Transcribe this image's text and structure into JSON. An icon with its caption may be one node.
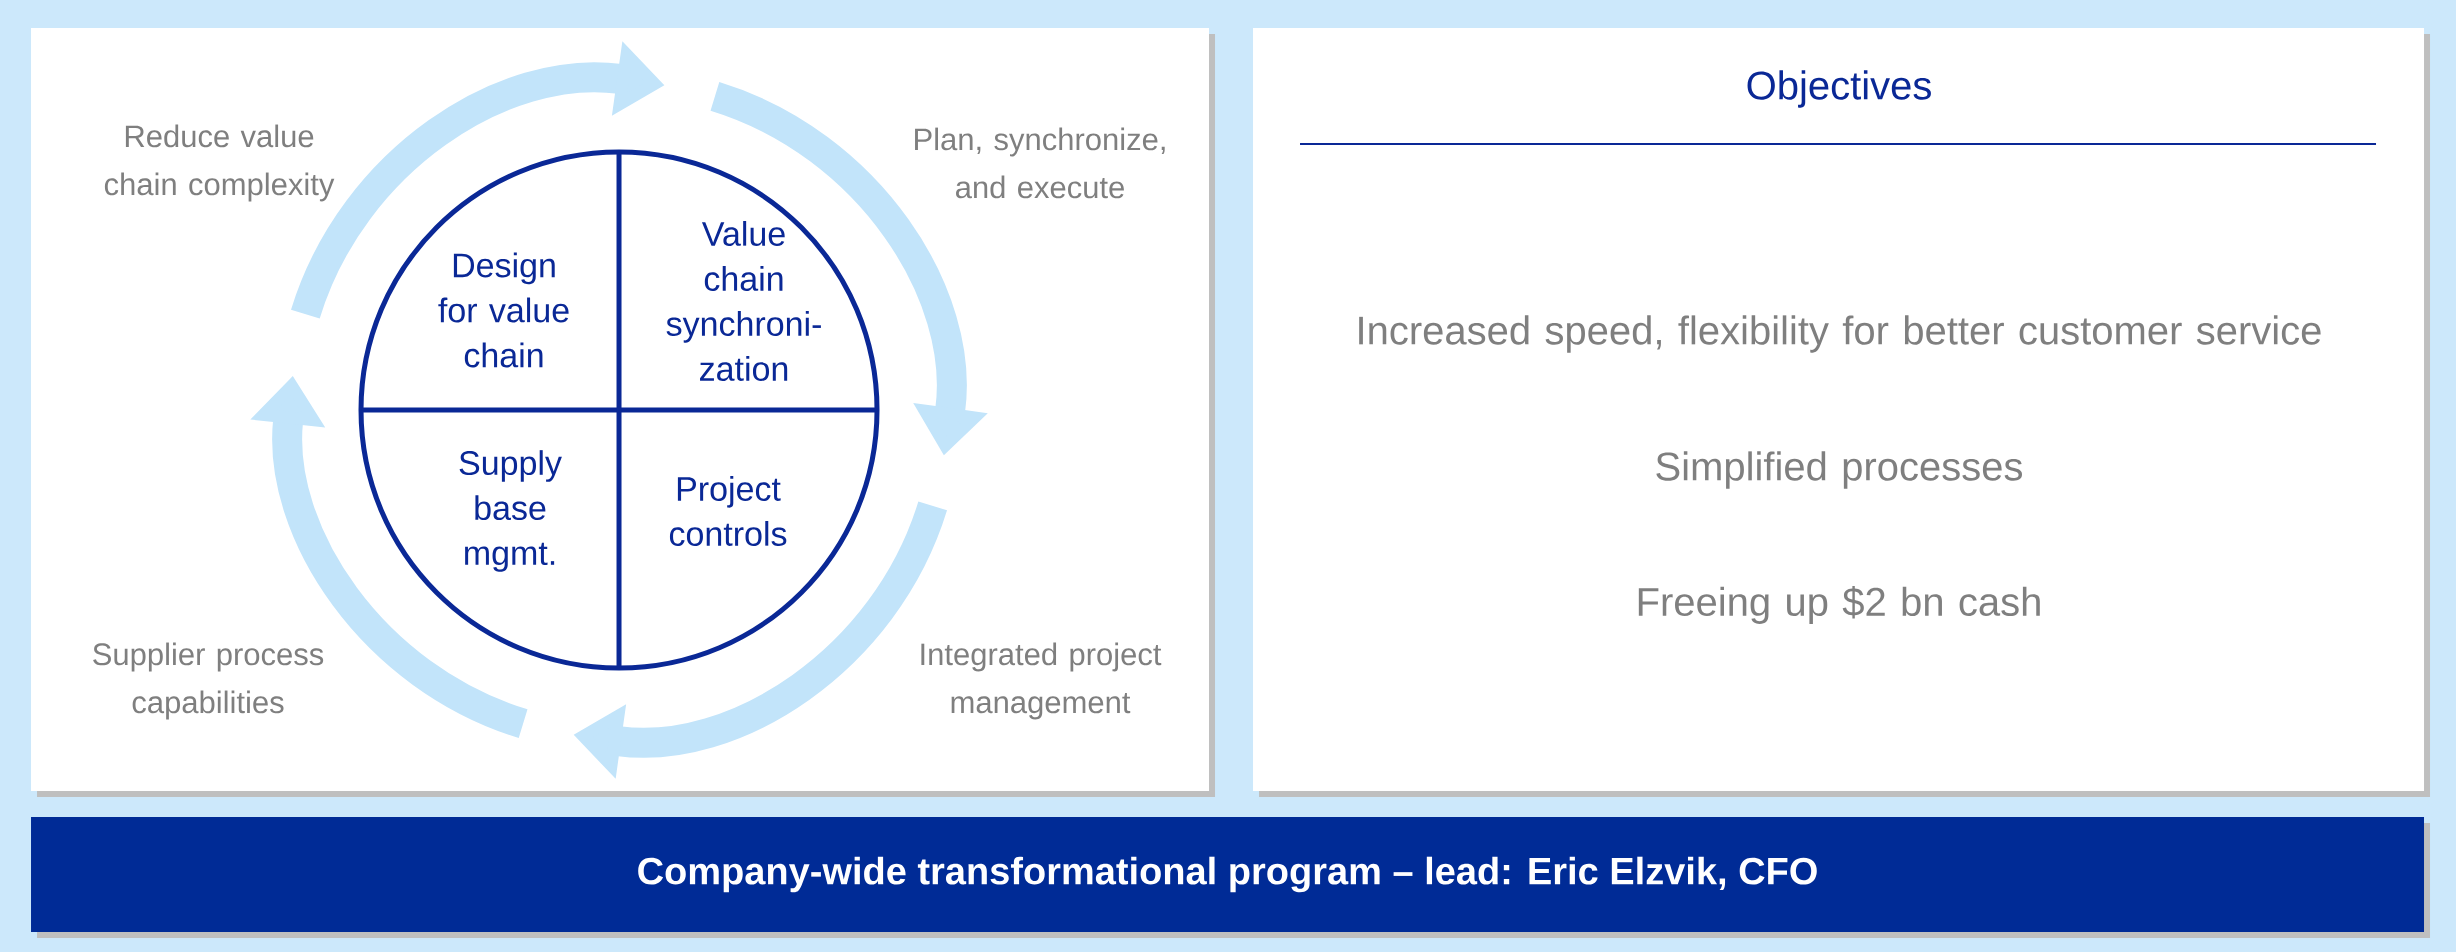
{
  "diagram": {
    "nodes": [
      {
        "text": [],
        "shape": "circle"
      },
      {
        "text": [
          "Design for value chain"
        ],
        "in": 0
      },
      {
        "text": [
          "Value chain synchroni-zation"
        ],
        "in": 0
      },
      {
        "text": [
          "Supply base mgmt."
        ],
        "in": 0
      },
      {
        "text": [
          "Project controls"
        ],
        "in": 0
      },
      {
        "text": [
          "Objectives",
          "Increased speed, flexibility for better customer service",
          "Simplified processes",
          "Freeing up $2 bn cash"
        ]
      },
      {
        "text": [
          "Company-wide transformational program – lead: Eric Elzvik, CFO"
        ]
      }
    ],
    "labels": [
      "Reduce value chain complexity",
      "Plan, synchronize, and execute",
      "Supplier process capabilities",
      "Integrated project management"
    ]
  }
}
